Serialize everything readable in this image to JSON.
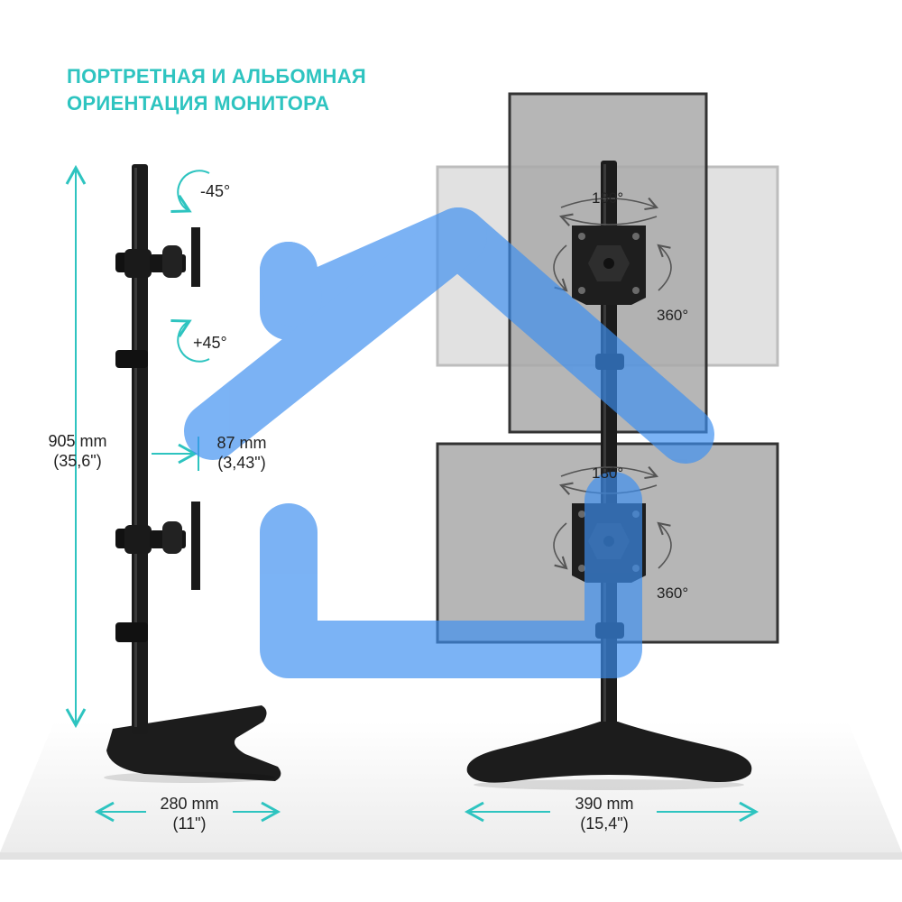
{
  "headline": {
    "line1": "ПОРТРЕТНАЯ И АЛЬБОМНАЯ",
    "line2": "ОРИЕНТАЦИЯ МОНИТОРА"
  },
  "dimensions": {
    "height_mm": "905 mm",
    "height_in": "(35,6\")",
    "offset_mm": "87 mm",
    "offset_in": "(3,43\")",
    "left_base_mm": "280 mm",
    "left_base_in": "(11\")",
    "right_base_mm": "390 mm",
    "right_base_in": "(15,4\")"
  },
  "angles": {
    "tilt_up": "-45°",
    "tilt_down": "+45°",
    "upper_swivel": "180°",
    "upper_rotate": "360°",
    "lower_swivel": "180°",
    "lower_rotate": "360°"
  },
  "colors": {
    "accent": "#2ec4c0",
    "stand": "#1c1c1c",
    "watermark": "#3d8ff0",
    "screen_fill": "#a9a9a9"
  },
  "icons": [
    "rotate-arrow-icon",
    "dimension-arrow-icon",
    "home-watermark-icon"
  ]
}
